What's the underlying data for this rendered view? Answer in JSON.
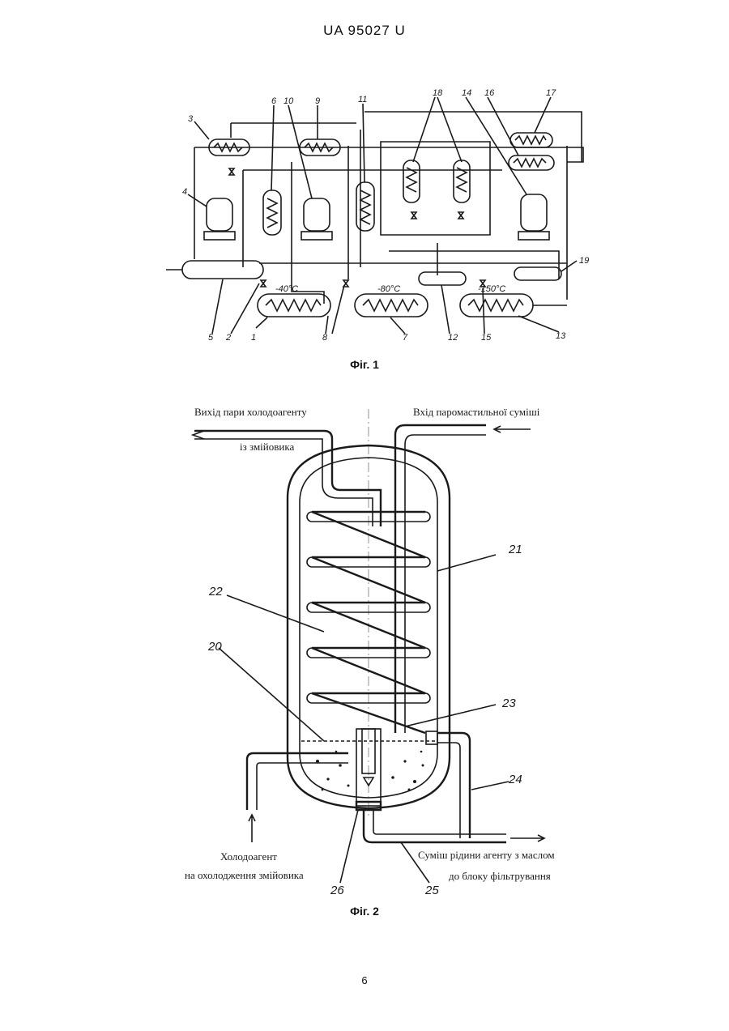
{
  "header": {
    "doc_number": "UA   95027   U"
  },
  "page_number": "6",
  "figure1": {
    "caption": "Фіг. 1",
    "temps": [
      "-40°С",
      "-80°С",
      "-150°С"
    ],
    "labels": [
      "1",
      "2",
      "3",
      "4",
      "5",
      "6",
      "7",
      "8",
      "9",
      "10",
      "11",
      "12",
      "13",
      "14",
      "15",
      "16",
      "17",
      "18",
      "19"
    ]
  },
  "figure2": {
    "caption": "Фіг. 2",
    "outlet_text_1": "Вихід пари холодоагенту",
    "outlet_text_2": "із змійовика",
    "inlet_text": "Вхід паромастильної суміші",
    "coolant_text_1": "Холодоагент",
    "coolant_text_2": "на охолодження змійовика",
    "mixture_text_1": "Суміш рідини агенту з маслом",
    "mixture_text_2": "до блоку фільтрування",
    "labels": [
      "20",
      "21",
      "22",
      "23",
      "24",
      "25",
      "26"
    ]
  }
}
